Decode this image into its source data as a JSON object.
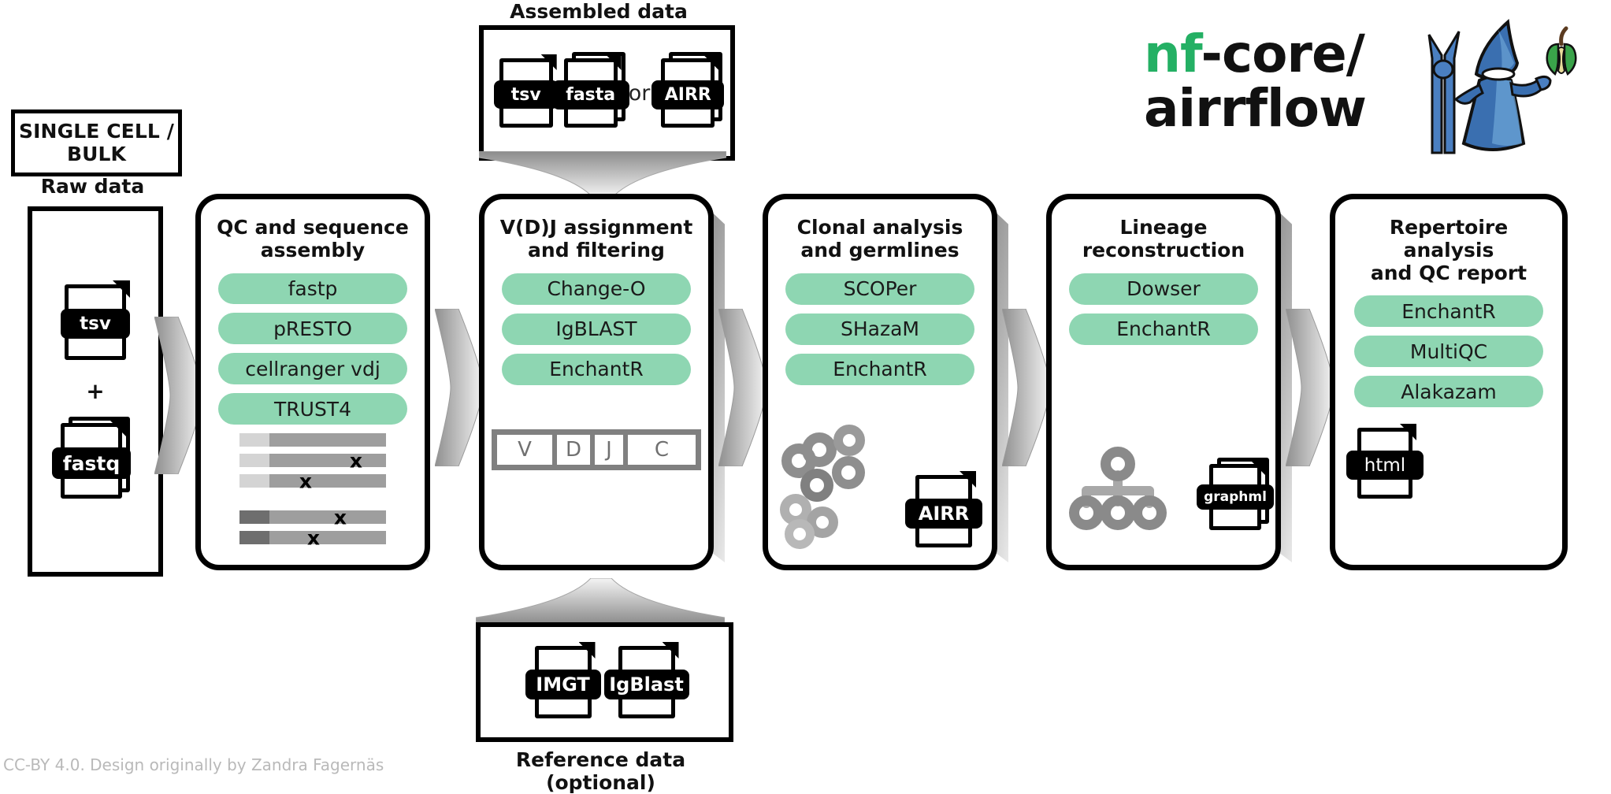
{
  "header": {
    "logo_nf": "nf",
    "logo_core": "-core/",
    "logo_airrflow": "airrflow",
    "logo_brand_green": "#24b064",
    "logo_wizard_blue": "#3a6fb0",
    "logo_apple_green": "#3aa34a"
  },
  "input": {
    "mode_label": "SINGLE CELL /\nBULK",
    "raw_data_label": "Raw data",
    "plus": "+",
    "files": [
      {
        "label": "tsv",
        "stacked": false
      },
      {
        "label": "fastq",
        "stacked": true
      }
    ]
  },
  "assembled": {
    "label": "Assembled data",
    "or_label": "or",
    "files": [
      {
        "label": "tsv",
        "stacked": false
      },
      {
        "label": "fasta",
        "stacked": true
      },
      {
        "label": "AIRR",
        "stacked": true
      }
    ]
  },
  "reference": {
    "label": "Reference data (optional)",
    "files": [
      {
        "label": "IMGT",
        "stacked": false
      },
      {
        "label": "IgBlast",
        "stacked": false
      }
    ]
  },
  "stages": [
    {
      "title": "QC and sequence\nassembly",
      "tools": [
        "fastp",
        "pRESTO",
        "cellranger vdj",
        "TRUST4"
      ]
    },
    {
      "title": "V(D)J assignment\nand filtering",
      "tools": [
        "Change-O",
        "IgBLAST",
        "EnchantR"
      ],
      "segments": [
        "V",
        "D",
        "J",
        "C"
      ]
    },
    {
      "title": "Clonal analysis\nand germlines",
      "tools": [
        "SCOPer",
        "SHazaM",
        "EnchantR"
      ],
      "output_file": "AIRR"
    },
    {
      "title": "Lineage\nreconstruction",
      "tools": [
        "Dowser",
        "EnchantR"
      ],
      "output_file": "graphml"
    },
    {
      "title": "Repertoire analysis\nand QC report",
      "tools": [
        "EnchantR",
        "MultiQC",
        "Alakazam"
      ],
      "output_file": "html"
    }
  ],
  "colors": {
    "tool_pill": "#8ed6b2",
    "card_border": "#000000",
    "arrow_gradient_from": "#9a9a9a",
    "arrow_gradient_to": "#f2f2f2",
    "read_body": "#9e9e9e",
    "read_prefix_light": "#d4d4d4",
    "read_prefix_dark": "#6e6e6e",
    "segment_stroke": "#808080",
    "footer_text": "#b9b9b9"
  },
  "footer": {
    "text": "CC-BY 4.0. Design originally by Zandra Fagernäs"
  }
}
